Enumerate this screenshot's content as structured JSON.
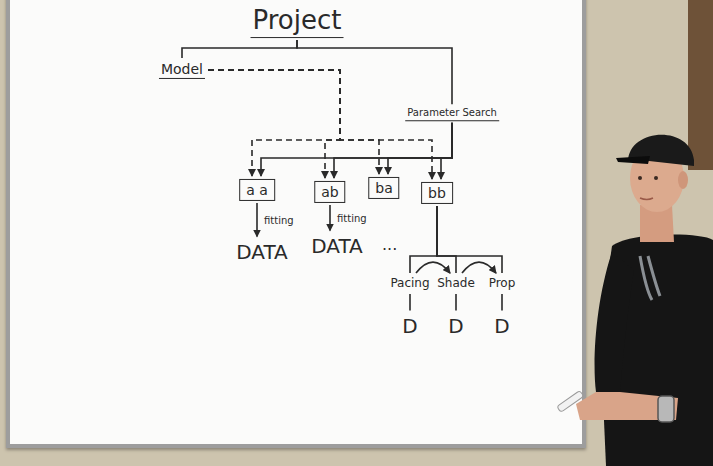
{
  "diagram": {
    "nodes": [
      {
        "text": [
          "Project"
        ]
      },
      {
        "text": [
          "Model"
        ]
      },
      {
        "text": [
          "Parameter Search"
        ]
      },
      {
        "text": [
          "a a"
        ]
      },
      {
        "text": [
          "ab"
        ]
      },
      {
        "text": [
          "ba"
        ]
      },
      {
        "text": [
          "bb"
        ]
      },
      {
        "text": [
          "DATA"
        ]
      },
      {
        "text": [
          "DATA"
        ]
      },
      {
        "text": [
          "Pacing"
        ]
      },
      {
        "text": [
          "Shade"
        ]
      },
      {
        "text": [
          "Prop"
        ]
      },
      {
        "text": [
          "D"
        ]
      },
      {
        "text": [
          "D"
        ]
      },
      {
        "text": [
          "D"
        ]
      }
    ],
    "edges": [
      {
        "from": 0,
        "to": 1,
        "arrow": "none"
      },
      {
        "from": 0,
        "to": 2,
        "arrow": "none"
      },
      {
        "from": 1,
        "to": 3,
        "arrow": "to"
      },
      {
        "from": 1,
        "to": 4,
        "arrow": "to"
      },
      {
        "from": 1,
        "to": 5,
        "arrow": "to"
      },
      {
        "from": 1,
        "to": 6,
        "arrow": "to"
      },
      {
        "from": 2,
        "to": 3,
        "arrow": "to"
      },
      {
        "from": 2,
        "to": 4,
        "arrow": "to"
      },
      {
        "from": 2,
        "to": 5,
        "arrow": "to"
      },
      {
        "from": 2,
        "to": 6,
        "arrow": "to"
      },
      {
        "from": 3,
        "to": 7,
        "arrow": "to",
        "label": "fitting"
      },
      {
        "from": 4,
        "to": 8,
        "arrow": "to",
        "label": "fitting"
      },
      {
        "from": 6,
        "to": 9,
        "arrow": "none"
      },
      {
        "from": 6,
        "to": 10,
        "arrow": "none"
      },
      {
        "from": 6,
        "to": 11,
        "arrow": "none"
      },
      {
        "from": 9,
        "to": 10,
        "arrow": "to"
      },
      {
        "from": 10,
        "to": 11,
        "arrow": "to"
      },
      {
        "from": 9,
        "to": 12,
        "arrow": "none"
      },
      {
        "from": 10,
        "to": 13,
        "arrow": "none"
      },
      {
        "from": 11,
        "to": 14,
        "arrow": "none"
      }
    ],
    "labels": [
      "..."
    ]
  }
}
